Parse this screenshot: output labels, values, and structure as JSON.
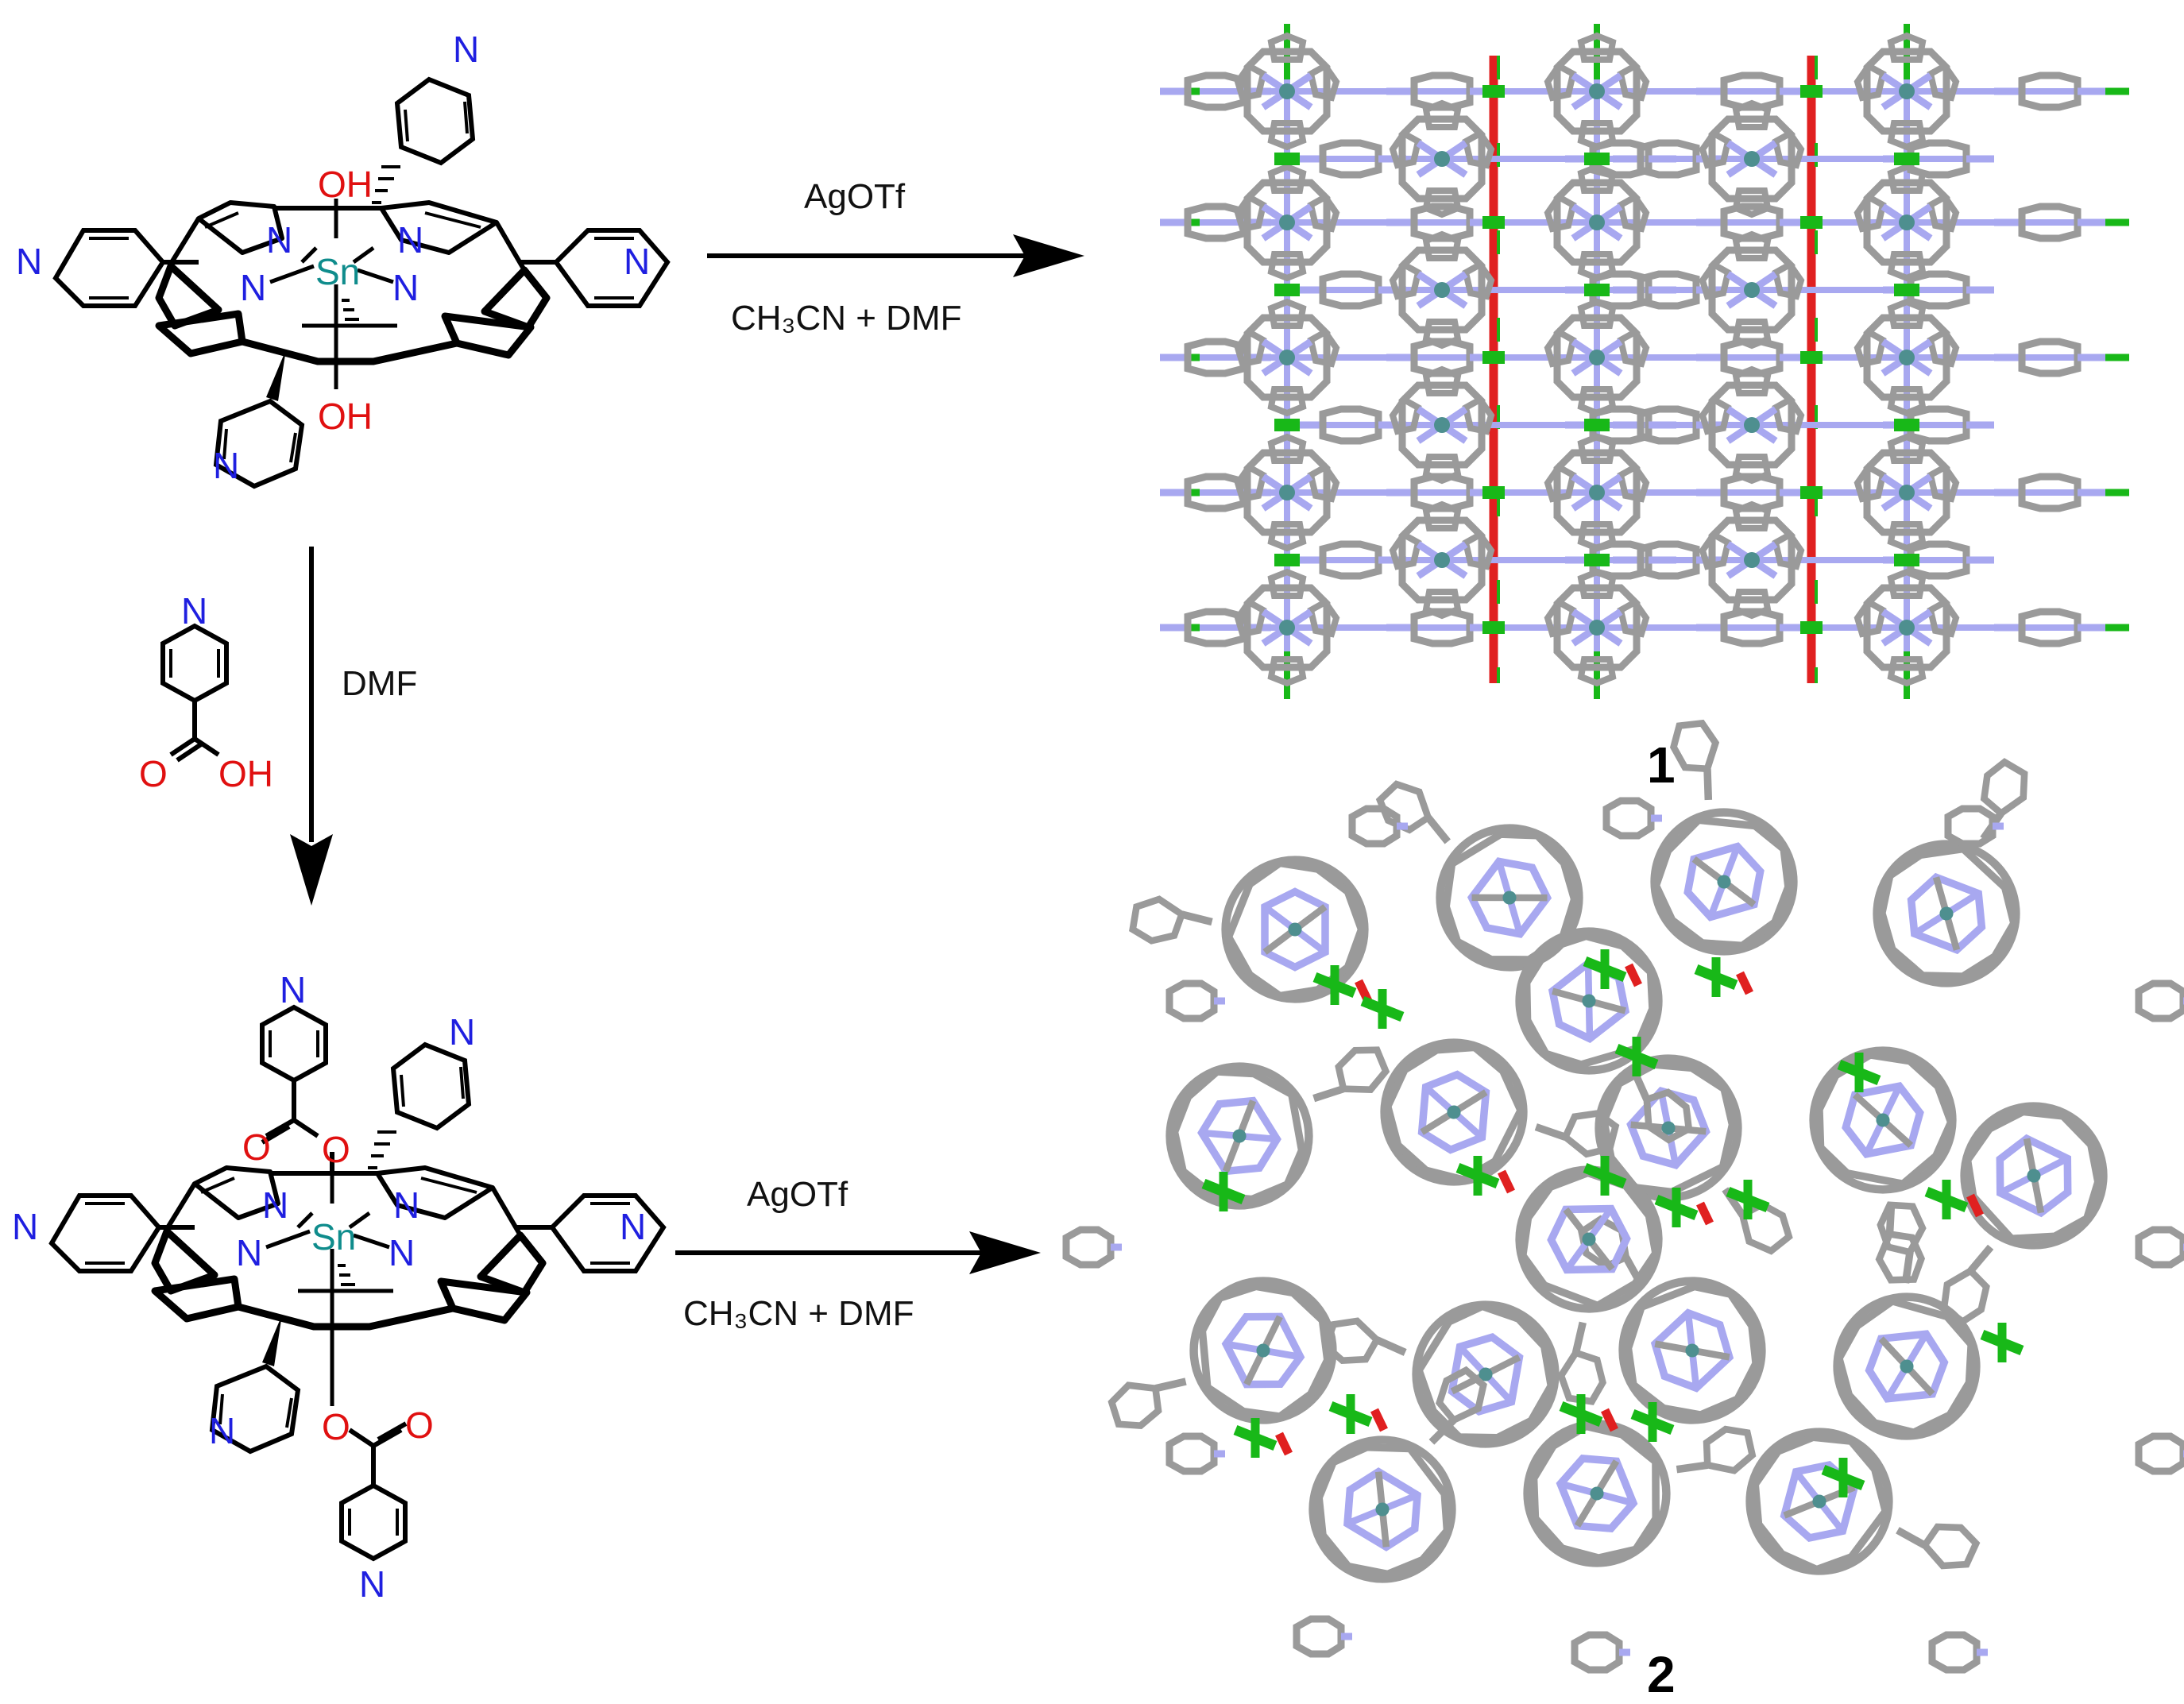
{
  "reactions": {
    "top_reagent": "AgOTf",
    "top_solvent": "CH₃CN + DMF",
    "down_solvent": "DMF",
    "bottom_reagent": "AgOTf",
    "bottom_solvent": "CH₃CN + DMF"
  },
  "atoms": {
    "sn": "Sn",
    "n": "N",
    "oh": "OH",
    "o": "O",
    "h": "H"
  },
  "products": {
    "p1": "1",
    "p2": "2"
  },
  "colors": {
    "bond": "#000000",
    "nitrogen": "#1f1fe0",
    "oxygen": "#e01010",
    "tin": "#0f8c8c",
    "crystal_carbon": "#9a9a9a",
    "crystal_nitrogen": "#a8a8f0",
    "crystal_oxygen": "#e02020",
    "crystal_silver": "#18b818",
    "crystal_tin": "#4e8f8f"
  }
}
